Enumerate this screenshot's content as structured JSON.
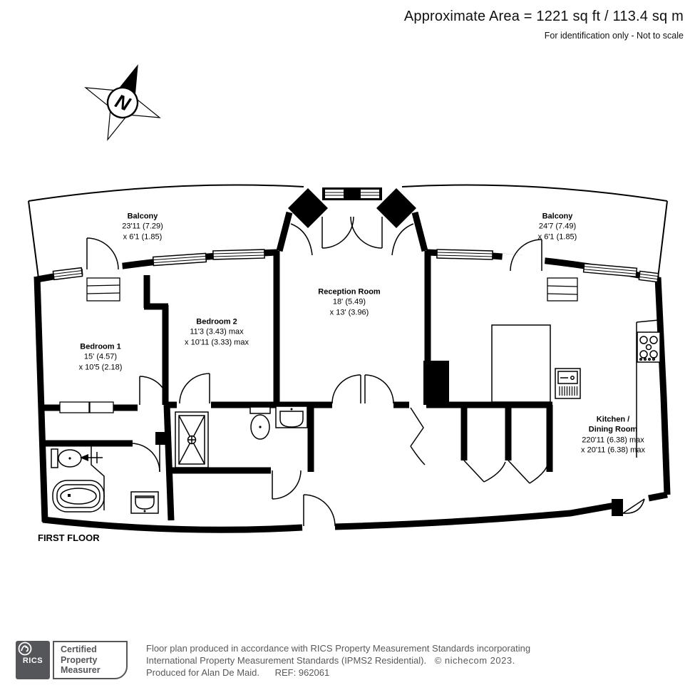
{
  "header": {
    "area_line": "Approximate Area = 1221 sq ft / 113.4 sq m",
    "note_line": "For identification only - Not to scale"
  },
  "compass": {
    "label": "N"
  },
  "floor_label": "FIRST FLOOR",
  "rooms": {
    "balcony_left": {
      "name": "Balcony",
      "dim1": "23'11 (7.29)",
      "dim2": "x 6'1 (1.85)"
    },
    "balcony_right": {
      "name": "Balcony",
      "dim1": "24'7 (7.49)",
      "dim2": "x 6'1 (1.85)"
    },
    "reception": {
      "name": "Reception Room",
      "dim1": "18' (5.49)",
      "dim2": "x 13' (3.96)"
    },
    "bedroom2": {
      "name": "Bedroom 2",
      "dim1": "11'3 (3.43) max",
      "dim2": "x 10'11 (3.33) max"
    },
    "bedroom1": {
      "name": "Bedroom 1",
      "dim1": "15' (4.57)",
      "dim2": "x 10'5 (2.18)"
    },
    "kitchen": {
      "name1": "Kitchen /",
      "name2": "Dining Room",
      "dim1": "220'11 (6.38) max",
      "dim2": "x 20'11 (6.38) max"
    }
  },
  "footer": {
    "badge": {
      "brand": "RICS",
      "cert1": "Certified",
      "cert2": "Property",
      "cert3": "Measurer"
    },
    "line1": "Floor plan produced in accordance with RICS Property Measurement Standards incorporating",
    "line2": "International Property Measurement Standards (IPMS2 Residential).",
    "copyright": "© nichecom 2023.",
    "line3a": "Produced for Alan De Maid.",
    "line3b": "REF: 962061"
  },
  "icons": [
    "compass-rose-icon",
    "bathtub-icon",
    "toilet-icon",
    "sink-icon",
    "shower-icon",
    "hob-icon",
    "appliance-icon",
    "wardrobe-icon",
    "rics-lion-icon",
    "door-arc-icon"
  ],
  "colors": {
    "wall": "#000000",
    "footer_text": "#58595b",
    "badge": "#54565a",
    "background": "#ffffff"
  }
}
